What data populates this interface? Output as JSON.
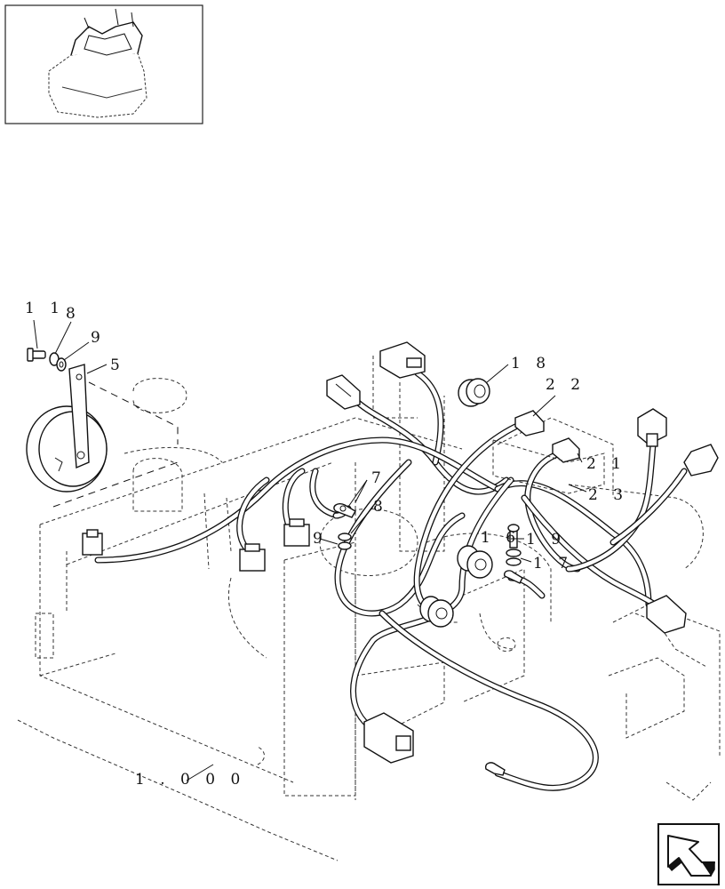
{
  "callouts": {
    "c11": "1 1",
    "c8a": "8",
    "c9a": "9",
    "c5": "5",
    "c18": "1 8",
    "c22": "2 2",
    "c21": "2 1",
    "c23": "2 3",
    "c7": "7",
    "c8b": "8",
    "c9b": "9",
    "c16": "1 6",
    "c19": "1 9",
    "c17": "1 7",
    "c1000": "1 . 0 0 0"
  },
  "icons": {
    "thumbnail": "assembly-thumbnail-icon",
    "navigation": "return-arrow-icon"
  }
}
